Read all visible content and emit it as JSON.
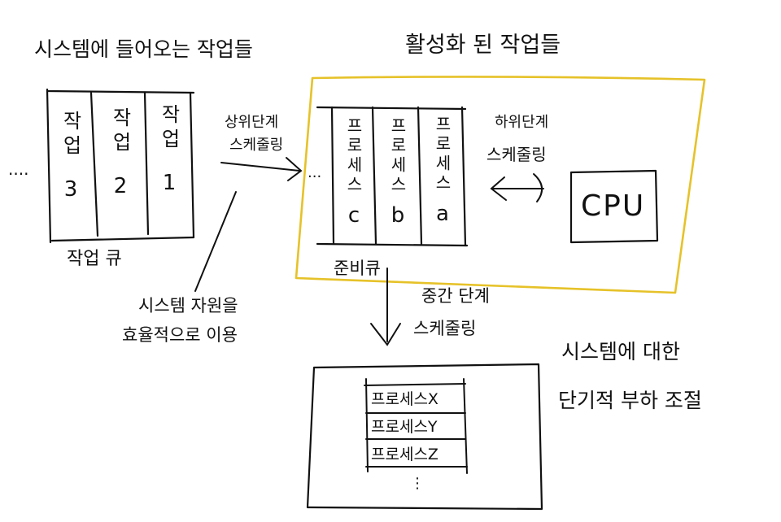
{
  "title_jobs_in_system": "시스템에 들어오는 작업들",
  "title_active_jobs": "활성화 된 작업들",
  "job_queue": {
    "label": "작업 큐",
    "ellipsis": "....",
    "columns": [
      {
        "word": "작업",
        "num": "3"
      },
      {
        "word": "작업",
        "num": "2"
      },
      {
        "word": "작업",
        "num": "1"
      }
    ]
  },
  "long_term": {
    "line1": "상위단계",
    "line2": "스케줄링",
    "note_line1": "시스템 자원을",
    "note_line2": "효율적으로 이용"
  },
  "ready_queue": {
    "label": "준비큐",
    "ellipsis": "...",
    "columns": [
      {
        "word": "프로세스",
        "id": "c"
      },
      {
        "word": "프로세스",
        "id": "b"
      },
      {
        "word": "프로세스",
        "id": "a"
      }
    ]
  },
  "short_term": {
    "line1": "하위단계",
    "line2": "스케줄링"
  },
  "cpu_label": "CPU",
  "mid_term": {
    "line1": "중간 단계",
    "line2": "스케줄링",
    "note_line1": "시스템에 대한",
    "note_line2": "단기적 부하 조절"
  },
  "suspended": {
    "processes": [
      "프로세스X",
      "프로세스Y",
      "프로세스Z"
    ],
    "ellipsis": "⋮"
  },
  "colors": {
    "ink": "#111111",
    "highlight": "#e6c229"
  }
}
